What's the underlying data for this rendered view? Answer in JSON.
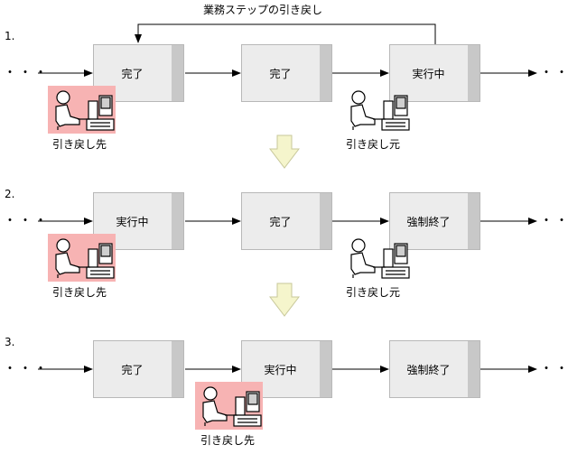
{
  "title": "業務ステップの引き戻し",
  "rows": [
    {
      "number": "1.",
      "boxes": [
        "完了",
        "完了",
        "実行中"
      ],
      "target_label": "引き戻し先",
      "source_label": "引き戻し元"
    },
    {
      "number": "2.",
      "boxes": [
        "実行中",
        "完了",
        "強制終了"
      ],
      "target_label": "引き戻し先",
      "source_label": "引き戻し元"
    },
    {
      "number": "3.",
      "boxes": [
        "完了",
        "実行中",
        "強制終了"
      ],
      "target_label": "引き戻し先"
    }
  ],
  "ellipsis": "・・・",
  "colors": {
    "box_fill": "#ececec",
    "box_side": "#c8c8c8",
    "highlight": "#f7b3b3",
    "down_arrow": "#f5f5cc"
  },
  "icons": [
    "person-at-computer-icon",
    "down-arrow-icon"
  ]
}
